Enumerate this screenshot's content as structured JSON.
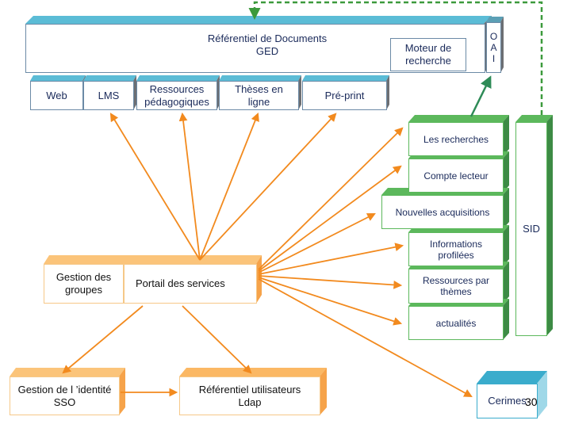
{
  "ged": {
    "title": "Référentiel  de Documents\nGED",
    "moteur": "Moteur de\nrecherche",
    "oai": "O\nA\nI",
    "modules": [
      "Web",
      "LMS",
      "Ressources\npédagogiques",
      "Thèses en\nligne",
      "Pré-print"
    ]
  },
  "sid": {
    "label": "SID",
    "items": [
      "Les recherches",
      "Compte lecteur",
      "Nouvelles acquisitions",
      "Informations\nprofilées",
      "Ressources par\nthèmes",
      "actualités"
    ]
  },
  "portail": {
    "groupes": "Gestion des\ngroupes",
    "services": "Portail des services"
  },
  "identite": "Gestion de l ’identité\nSSO",
  "ldap": "Référentiel utilisateurs\nLdap",
  "cerimes": "Cerimes",
  "page_number": "30",
  "colors": {
    "blue_top": "#5bbcd6",
    "blue_side": "#6d6f73",
    "green_top": "#5cb85c",
    "green_side": "#3d8b45",
    "orange_top": "#fbb864",
    "orange_arrow": "#f28a1e",
    "dark_green_arrow": "#2e8b57",
    "cyan_top": "#3aaccc"
  }
}
